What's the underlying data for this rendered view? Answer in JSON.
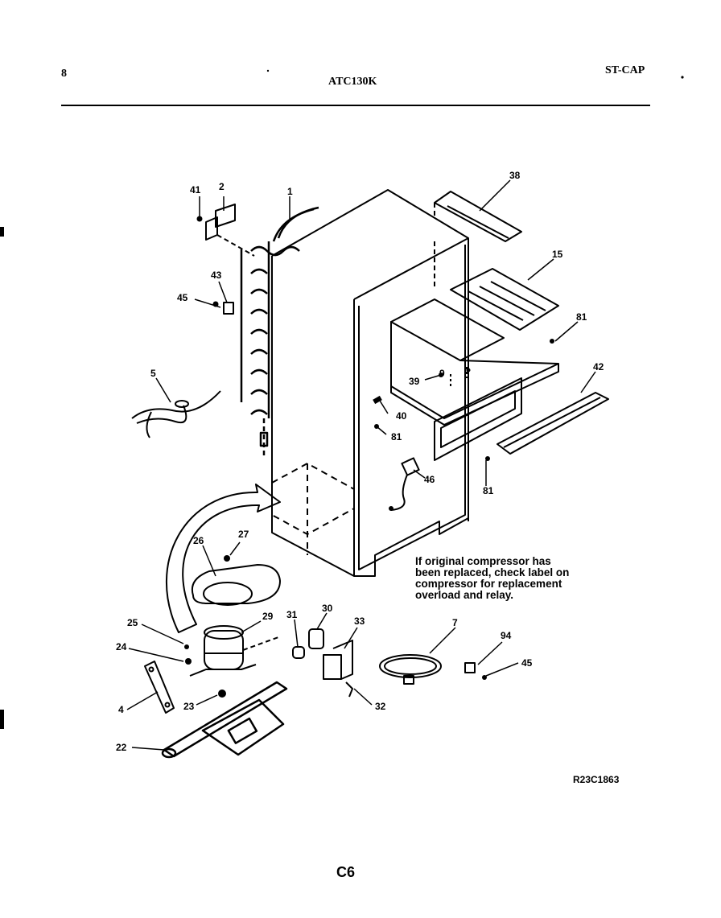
{
  "header": {
    "page_number": "8",
    "model": "ATC130K",
    "section": "ST-CAP"
  },
  "callouts": [
    "1",
    "2",
    "41",
    "43",
    "45",
    "5",
    "38",
    "15",
    "81",
    "39",
    "9",
    "40",
    "81",
    "42",
    "46",
    "81",
    "26",
    "27",
    "25",
    "24",
    "29",
    "31",
    "30",
    "33",
    "7",
    "94",
    "45",
    "4",
    "23",
    "22",
    "32"
  ],
  "note": {
    "lines": [
      "If original compressor has",
      "been replaced, check label on",
      "compressor for replacement",
      "overload and relay."
    ]
  },
  "drawing_code": "R23C1863",
  "page_label": "C6"
}
